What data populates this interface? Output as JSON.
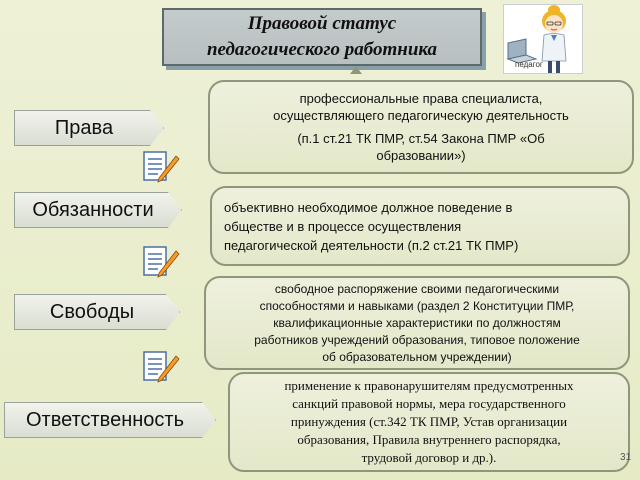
{
  "title": {
    "line1": "Правовой статус",
    "line2": "педагогического работника"
  },
  "teacher_caption": "педагог",
  "sections": [
    {
      "label": "Права",
      "lines": [
        "профессиональные права специалиста,",
        "осуществляющего педагогическую деятельность",
        "(п.1 ст.21 ТК ПМР, ст.54 Закона ПМР «Об",
        "образовании»)"
      ]
    },
    {
      "label": "Обязанности",
      "lines": [
        "объективно необходимое должное поведение в",
        "обществе и в процессе осуществления",
        "педагогической деятельности (п.2 ст.21 ТК ПМР)"
      ]
    },
    {
      "label": "Свободы",
      "lines": [
        "свободное распоряжение своими педагогическими",
        "способностями и навыками (раздел 2 Конституции ПМР,",
        "квалификационные характеристики по должностям",
        "работников учреждений образования, типовое положение",
        "об образовательном учреждении)"
      ]
    },
    {
      "label": "Ответственность",
      "lines": [
        "применение к правонарушителям предусмотренных",
        "санкций правовой нормы, мера государственного",
        "принуждения (ст.342 ТК ПМР, Устав организации",
        "образования, Правила внутреннего распорядка,",
        "трудовой договор и др.)."
      ]
    }
  ],
  "page_number": "31",
  "icons": [
    "teacher-illustration",
    "document-pencil-icon"
  ],
  "colors": {
    "background": "#e8ecca",
    "box_border": "#8e967c",
    "title_bg": "#bfc6c7"
  }
}
